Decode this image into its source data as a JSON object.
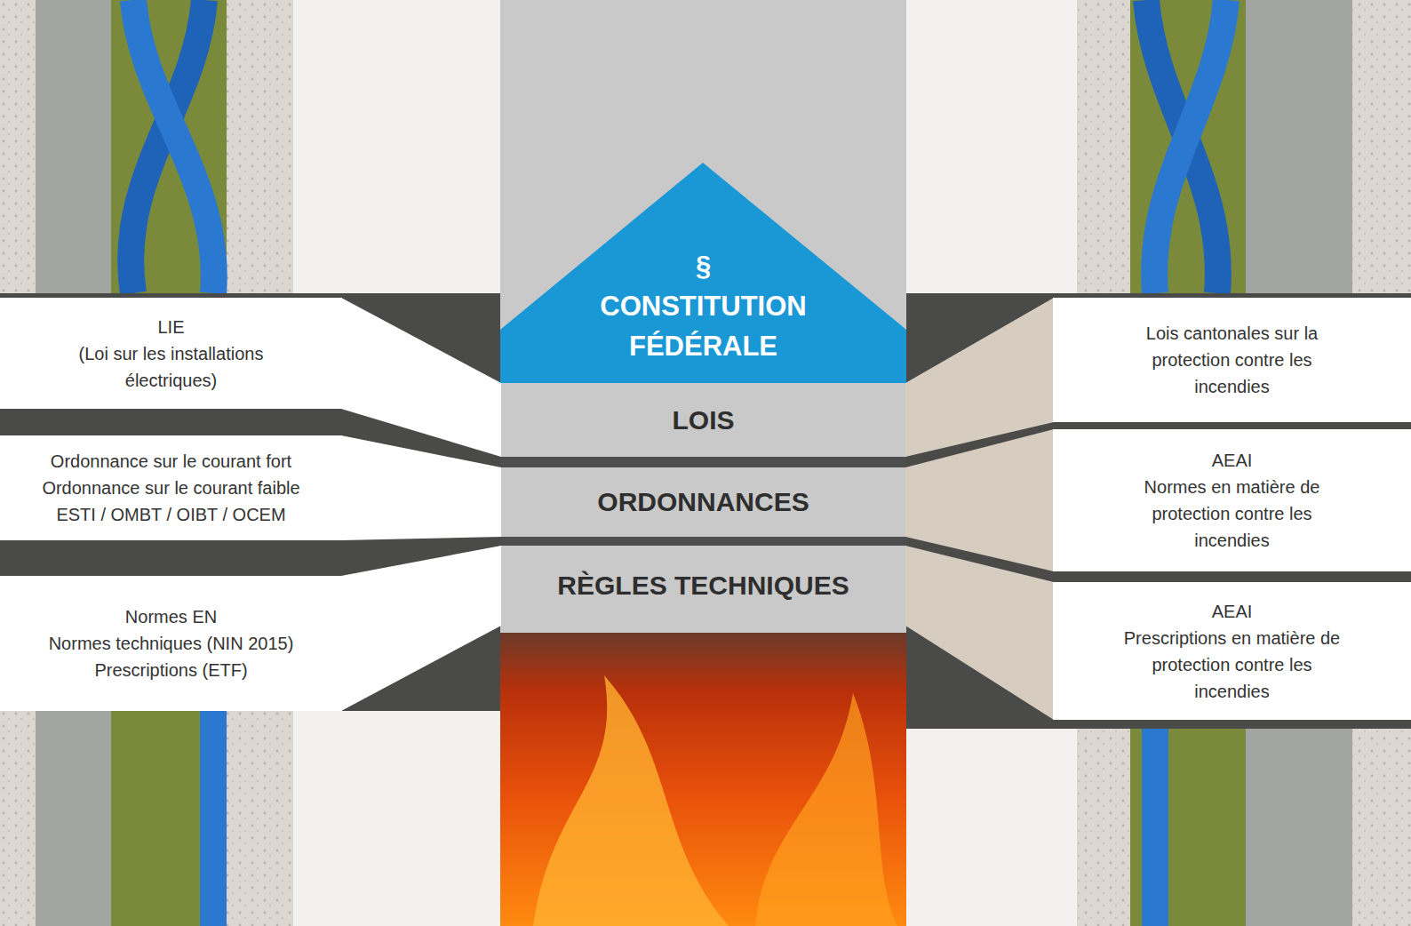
{
  "diagram": {
    "nodes": [
      {
        "text": [
          "§",
          "CONSTITUTION FÉDÉRALE"
        ]
      },
      {
        "text": [
          "LOIS"
        ]
      },
      {
        "text": [
          "ORDONNANCES"
        ]
      },
      {
        "text": [
          "RÈGLES TECHNIQUES"
        ]
      },
      {
        "text": [
          "LIE",
          "(Loi sur les installations électriques)"
        ]
      },
      {
        "text": [
          "Ordonnance sur le courant fort",
          "Ordonnance sur le courant faible",
          "ESTI / OMBT / OIBT / OCEM"
        ]
      },
      {
        "text": [
          "Normes EN",
          "Normes techniques (NIN 2015)",
          "Prescriptions (ETF)"
        ]
      },
      {
        "text": [
          "Lois cantonales sur la protection contre les incendies"
        ]
      },
      {
        "text": [
          "AEAI",
          "Normes en matière de protection contre les incendies"
        ]
      },
      {
        "text": [
          "AEAI",
          "Prescriptions en matière de protection contre les incendies"
        ]
      }
    ],
    "edges": [
      {
        "from": 4,
        "to": 1,
        "arrow": "none"
      },
      {
        "from": 5,
        "to": 2,
        "arrow": "none"
      },
      {
        "from": 6,
        "to": 3,
        "arrow": "none"
      },
      {
        "from": 7,
        "to": 1,
        "arrow": "none"
      },
      {
        "from": 8,
        "to": 2,
        "arrow": "none"
      },
      {
        "from": 9,
        "to": 3,
        "arrow": "none"
      }
    ]
  }
}
